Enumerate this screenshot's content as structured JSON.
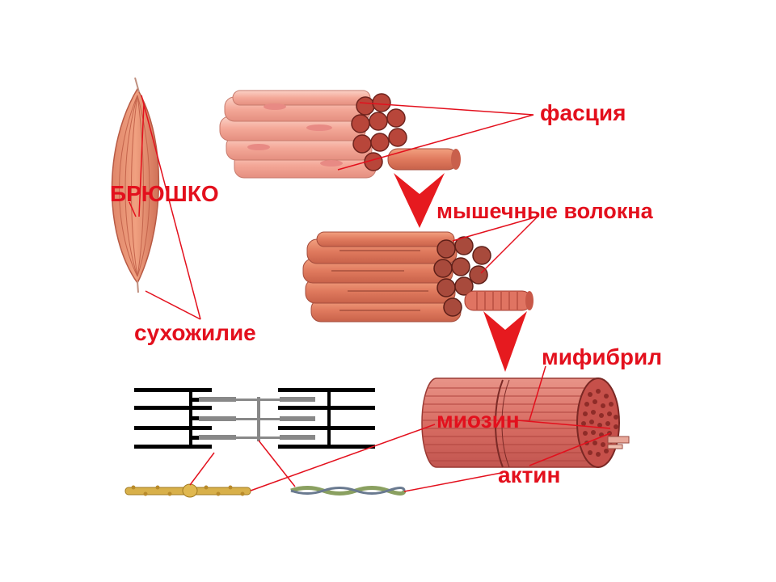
{
  "labels": {
    "fascia": "фасция",
    "belly": "БРЮШКО",
    "muscle_fibers": "мышечные волокна",
    "tendon": "сухожилие",
    "myofibril": "мифибрил",
    "myosin": "миозин",
    "actin": "актин"
  },
  "colors": {
    "label_red": "#e3101d",
    "arrow_red": "#e61a1f",
    "muscle_light": "#f2a89a",
    "muscle_mid": "#e0806a",
    "muscle_dark": "#a84a3c",
    "fiber_end": "#b8463a",
    "myosin_band": "#d8b04a",
    "actin_band": "#8aa060"
  }
}
